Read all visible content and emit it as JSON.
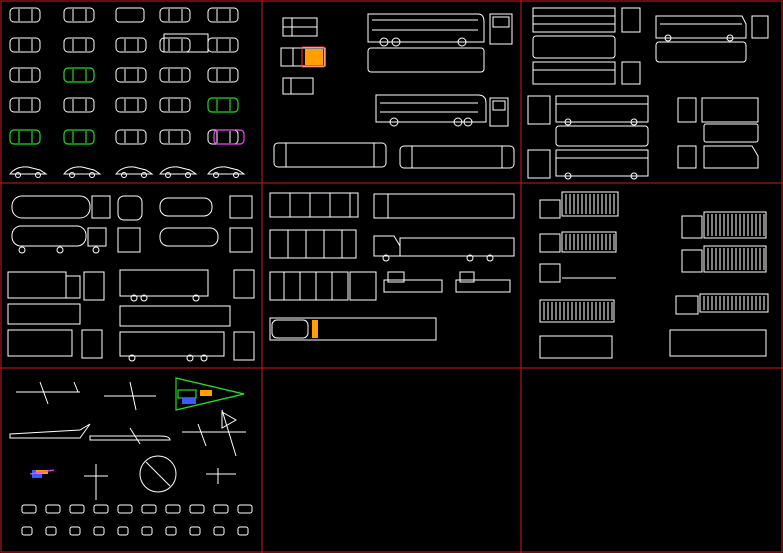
{
  "drawing": {
    "background": "#000000",
    "grid_line_color": "#d01818",
    "linework_color": "#ffffff",
    "highlight_colors": [
      "#18e018",
      "#ff40ff",
      "#ffd000",
      "#3a5bff"
    ]
  },
  "panels": [
    {
      "id": "cars-top-view",
      "icon": "car-block-icons"
    },
    {
      "id": "coaches",
      "icon": "coach-block-icons"
    },
    {
      "id": "buses",
      "icon": "bus-block-icons"
    },
    {
      "id": "tankers-trucks",
      "icon": "truck-block-icons"
    },
    {
      "id": "trailers",
      "icon": "trailer-block-icons"
    },
    {
      "id": "container-trucks",
      "icon": "container-truck-icons"
    },
    {
      "id": "aircraft",
      "icon": "aircraft-block-icons"
    },
    {
      "id": "empty-1",
      "icon": ""
    },
    {
      "id": "empty-2",
      "icon": ""
    }
  ]
}
